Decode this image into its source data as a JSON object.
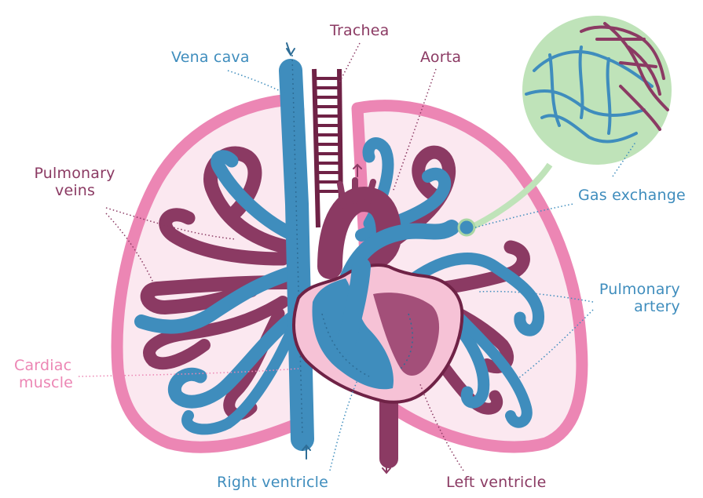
{
  "colors": {
    "blue": "#3f8dbd",
    "plum": "#8b3a63",
    "pink": "#ec86b4",
    "lung_fill": "#fbe8f0",
    "alveoli_circle": "#a9d6a4",
    "leader_line": "#a9d6a4"
  },
  "labels": {
    "trachea": "Trachea",
    "vena_cava": "Vena cava",
    "aorta": "Aorta",
    "pulmonary_veins_line1": "Pulmonary",
    "pulmonary_veins_line2": "veins",
    "gas_exchange": "Gas exchange",
    "pulmonary_artery_line1": "Pulmonary",
    "pulmonary_artery_line2": "artery",
    "cardiac_muscle_line1": "Cardiac",
    "cardiac_muscle_line2": "muscle",
    "right_ventricle": "Right ventricle",
    "left_ventricle": "Left ventricle"
  }
}
